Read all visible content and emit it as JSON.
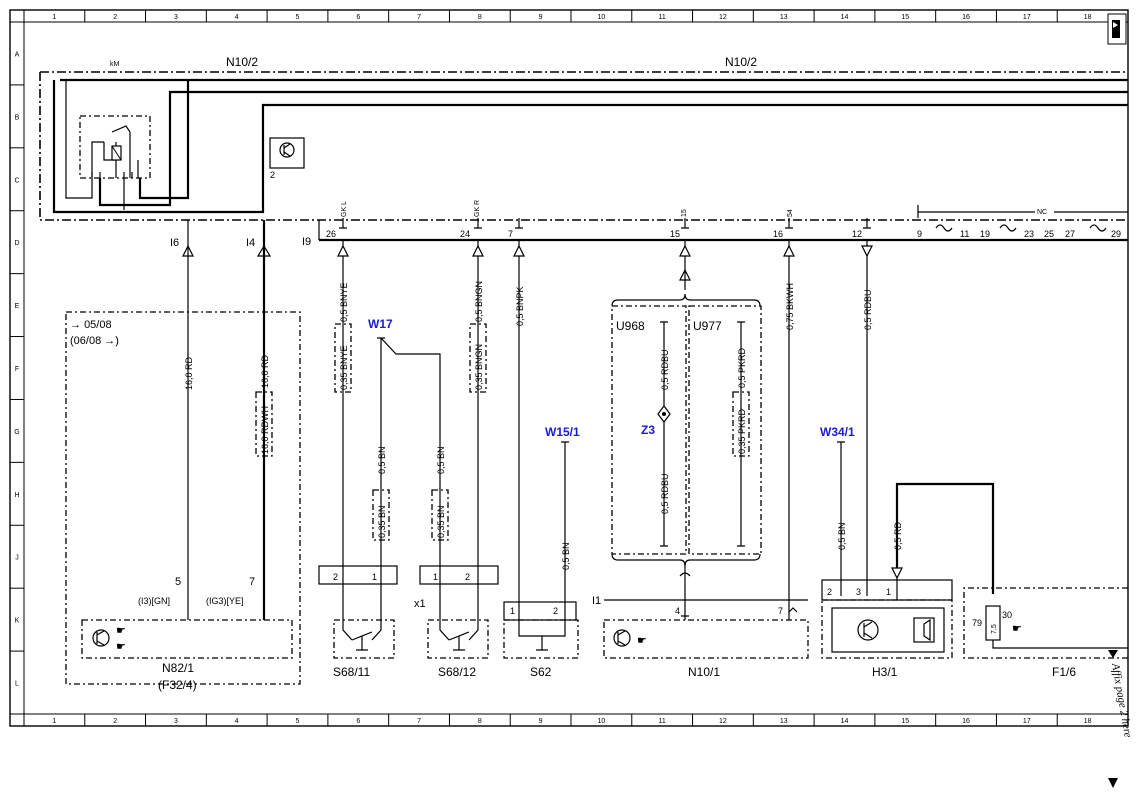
{
  "frame": {
    "columns": [
      "1",
      "2",
      "3",
      "4",
      "5",
      "6",
      "7",
      "8",
      "9",
      "10",
      "11",
      "12",
      "13",
      "14",
      "15",
      "16",
      "17",
      "18"
    ],
    "rows": [
      "A",
      "B",
      "C",
      "D",
      "E",
      "F",
      "G",
      "H",
      "J",
      "K",
      "L"
    ]
  },
  "top_labels": {
    "km": "kM",
    "n10_2_left": "N10/2",
    "n10_2_right": "N10/2"
  },
  "bus": {
    "label": "I9",
    "pins": [
      "26",
      "24",
      "7",
      "15",
      "16",
      "12",
      "9",
      "11",
      "19",
      "23",
      "25",
      "27",
      "29"
    ],
    "terminal_tags": [
      "GK L",
      "GK R",
      "15",
      "54"
    ],
    "nc_label": "NC"
  },
  "splices": [
    "I6",
    "I4"
  ],
  "n82": {
    "year_from": "05/08",
    "year_to": "(06/08",
    "pin5": "5",
    "pin7": "7",
    "conn5": "(I3)[GN]",
    "conn7": "(IG3)[YE]",
    "name": "N82/1",
    "sub": "(F32/4)"
  },
  "wires": {
    "w_16rd_a": "16,0 RD",
    "w_16rd_b": "16,0 RD",
    "w_16rdwh": "16,0 RDWH",
    "w_035bnye": "0,35 BNYE",
    "w_05bnye": "0,5 BNYE",
    "w_05bn_a": "0,5 BN",
    "w_035bn_a": "0,35 BN",
    "w_05bn_b": "0,5 BN",
    "w_035bn_b": "0,35 BN",
    "w_05bngn": "0,5 BNGN",
    "w_035bngn": "0,35 BNGN",
    "w_05bnpk": "0,5 BNPK",
    "w_05bn_c": "0,5 BN",
    "w_05rdbu_a": "0,5 RDBU",
    "w_05rdbu_b": "0,5 RDBU",
    "w_05pkrd": "0,5 PKRD",
    "w_035pkrd": "0,35 PKRD",
    "w_075bkwh": "0,75 BKWH",
    "w_05rdbu_c": "0,5 RDBU",
    "w_05bn_d": "0,5 BN",
    "w_05rd": "0,5 RD"
  },
  "ground_points": {
    "w17": "W17",
    "w15": "W15/1",
    "w34": "W34/1",
    "z3": "Z3"
  },
  "variants": {
    "u968": "U968",
    "u977": "U977"
  },
  "components": {
    "s68_11": "S68/11",
    "s68_12": "S68/12",
    "s62": "S62",
    "n10_1": "N10/1",
    "h3_1": "H3/1",
    "f1_6": "F1/6",
    "x1": "x1",
    "i1": "I1"
  },
  "pins": {
    "s68_11_a": "2",
    "s68_11_b": "1",
    "s68_12_a": "1",
    "s68_12_b": "2",
    "s62_a": "1",
    "s62_b": "2",
    "n10_1_a": "4",
    "n10_1_b": "7",
    "h3_a": "2",
    "h3_b": "3",
    "h3_c": "1",
    "n10_2_pin2": "2",
    "f1_79": "79",
    "f1_30": "30",
    "fuse": "7,5"
  },
  "side_note": "Affix page 2 here"
}
